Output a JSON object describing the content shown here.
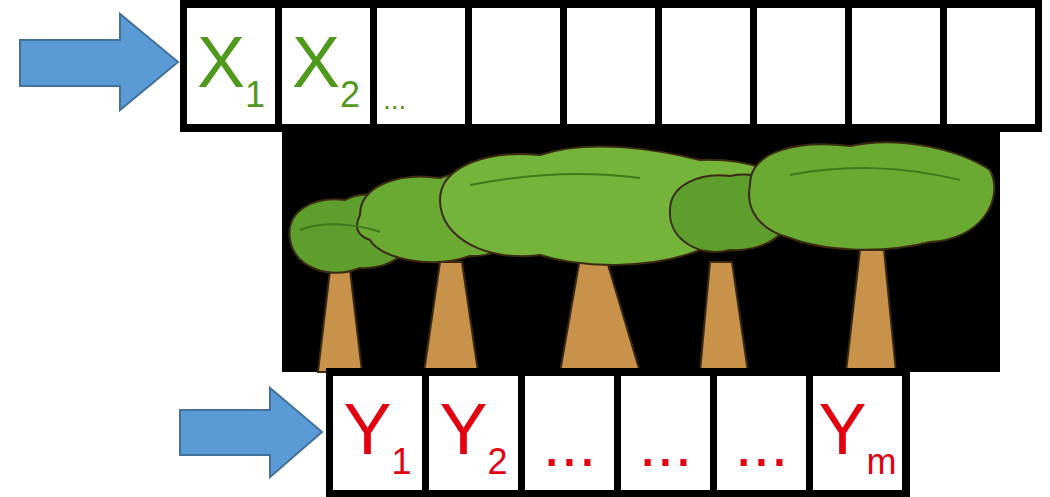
{
  "diagram": {
    "nodes": [
      {
        "text": [
          "X1"
        ]
      },
      {
        "text": [
          "X2"
        ]
      },
      {
        "text": [
          "..."
        ]
      },
      {
        "text": [
          "Y1"
        ]
      },
      {
        "text": [
          "Y2"
        ]
      },
      {
        "text": [
          "..."
        ]
      },
      {
        "text": [
          "..."
        ]
      },
      {
        "text": [
          "..."
        ]
      },
      {
        "text": [
          "Ym"
        ]
      }
    ]
  }
}
